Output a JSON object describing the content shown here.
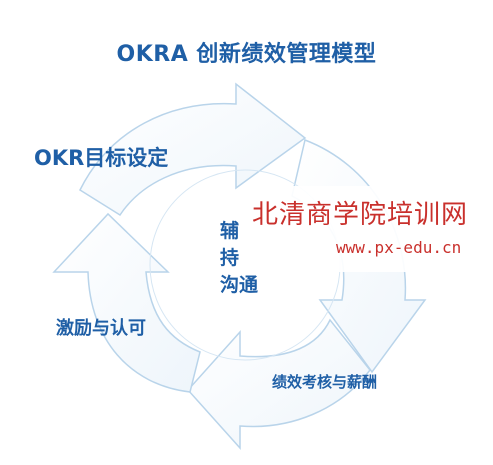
{
  "title": "OKRA 创新绩效管理模型",
  "stages": {
    "okr": "OKR目标设定",
    "center": [
      "辅",
      "持",
      "沟通"
    ],
    "evaluation": "绩效考核与薪酬",
    "reward": "激励与认可"
  },
  "watermark": {
    "name": "北清商学院培训网",
    "url": "www.px-edu.cn"
  },
  "colors": {
    "text": "#1f5fa6",
    "arrow_outline": "#b9d4ea",
    "watermark": "#c9302c"
  }
}
